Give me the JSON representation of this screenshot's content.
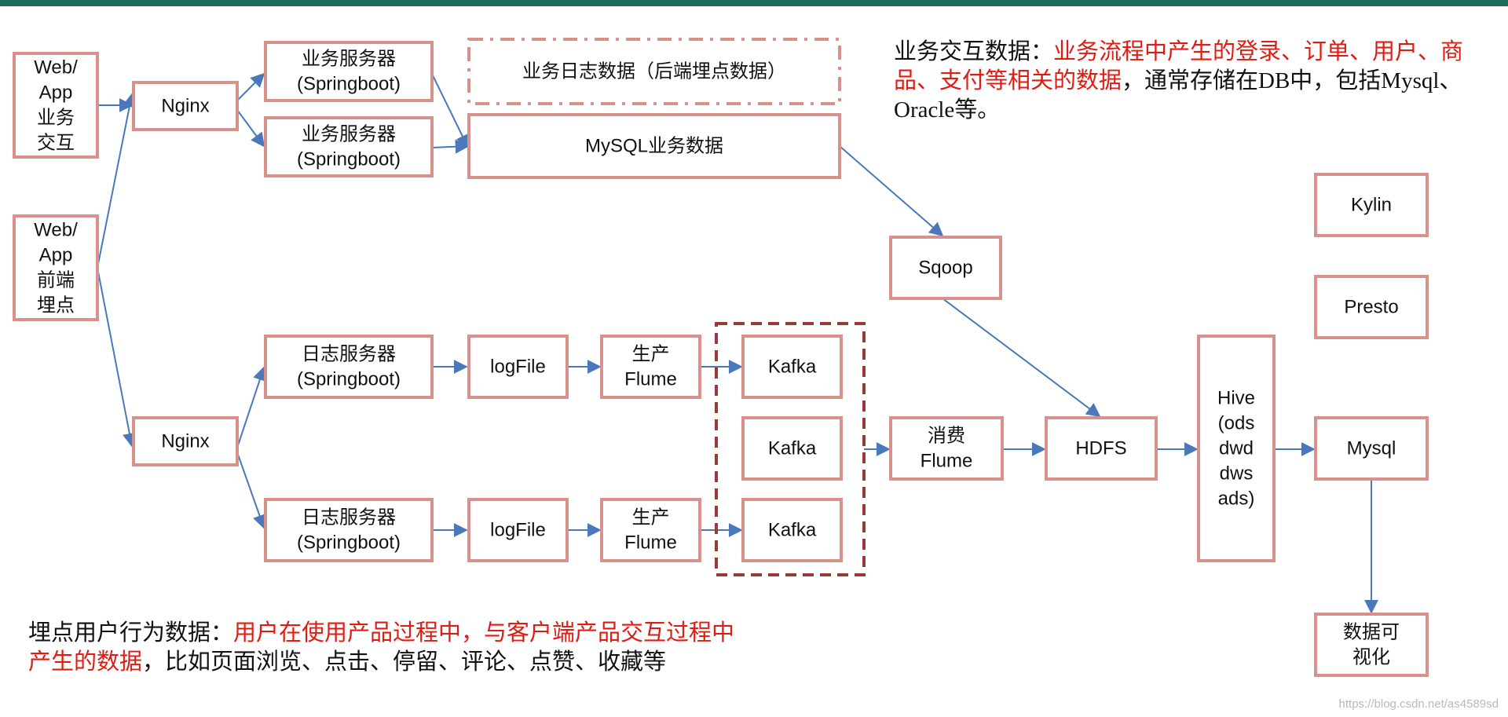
{
  "colors": {
    "node_border": "#d9918c",
    "arrow": "#4a78b8",
    "highlight": "#e01b12",
    "kafka_group_border": "#9b3a34",
    "top_bar": "#1f6b5c"
  },
  "diagram": {
    "nodes": [
      {
        "id": "web1",
        "lines": [
          "Web/",
          "App",
          "业务",
          "交互"
        ]
      },
      {
        "id": "web2",
        "lines": [
          "Web/",
          "App",
          "前端",
          "埋点"
        ]
      },
      {
        "id": "nginx1",
        "lines": [
          "Nginx"
        ]
      },
      {
        "id": "nginx2",
        "lines": [
          "Nginx"
        ]
      },
      {
        "id": "biz1",
        "lines": [
          "业务服务器",
          "(Springboot)"
        ]
      },
      {
        "id": "biz2",
        "lines": [
          "业务服务器",
          "(Springboot)"
        ]
      },
      {
        "id": "bizlog",
        "lines": [
          "业务日志数据（后端埋点数据）"
        ]
      },
      {
        "id": "mysqlbiz",
        "lines": [
          "MySQL业务数据"
        ]
      },
      {
        "id": "log1",
        "lines": [
          "日志服务器",
          "(Springboot)"
        ]
      },
      {
        "id": "log2",
        "lines": [
          "日志服务器",
          "(Springboot)"
        ]
      },
      {
        "id": "lf1",
        "lines": [
          "logFile"
        ]
      },
      {
        "id": "lf2",
        "lines": [
          "logFile"
        ]
      },
      {
        "id": "pf1",
        "lines": [
          "生产",
          "Flume"
        ]
      },
      {
        "id": "pf2",
        "lines": [
          "生产",
          "Flume"
        ]
      },
      {
        "id": "k1",
        "lines": [
          "Kafka"
        ]
      },
      {
        "id": "k2",
        "lines": [
          "Kafka"
        ]
      },
      {
        "id": "k3",
        "lines": [
          "Kafka"
        ]
      },
      {
        "id": "cf",
        "lines": [
          "消费",
          "Flume"
        ]
      },
      {
        "id": "sqoop",
        "lines": [
          "Sqoop"
        ]
      },
      {
        "id": "hdfs",
        "lines": [
          "HDFS"
        ]
      },
      {
        "id": "hive",
        "lines": [
          "Hive",
          "(ods",
          "dwd",
          "dws",
          "ads)"
        ]
      },
      {
        "id": "mysql",
        "lines": [
          "Mysql"
        ]
      },
      {
        "id": "kylin",
        "lines": [
          "Kylin"
        ]
      },
      {
        "id": "presto",
        "lines": [
          "Presto"
        ]
      },
      {
        "id": "viz",
        "lines": [
          "数据可",
          "视化"
        ]
      }
    ]
  },
  "notes": {
    "business": {
      "label": "业务交互数据：",
      "highlight": "业务流程中产生的登录、订单、用户、商品、支付等相关的数据",
      "rest": "，通常存储在DB中，包括Mysql、Oracle等。"
    },
    "tracking": {
      "label": "埋点用户行为数据：",
      "highlight": "用户在使用产品过程中，与客户端产品交互过程中产生的数据",
      "rest": "，比如页面浏览、点击、停留、评论、点赞、收藏等"
    }
  },
  "watermark": "https://blog.csdn.net/as4589sd"
}
